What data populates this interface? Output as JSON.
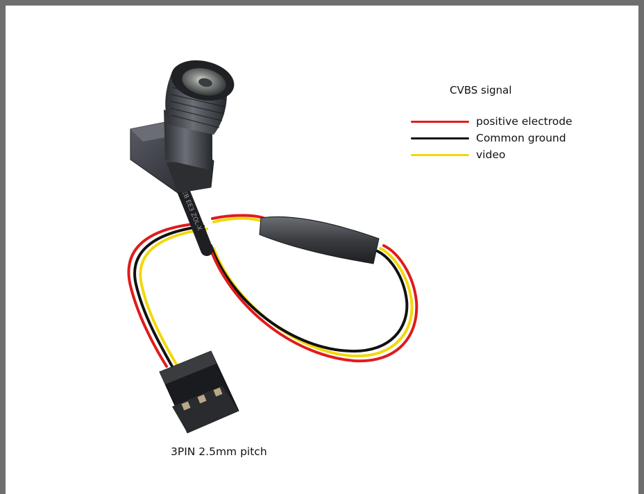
{
  "signal_title": "CVBS signal",
  "legend": [
    {
      "label": "positive electrode",
      "color": "#e01b1b"
    },
    {
      "label": "Common ground",
      "color": "#111111"
    },
    {
      "label": "video",
      "color": "#f2d80a"
    }
  ],
  "cable_marking": "ZEB EE3 ZOL-X",
  "connector_caption": "3PIN 2.5mm pitch",
  "colors": {
    "background": "#ffffff",
    "border": "#6e6e6e",
    "wire_red": "#e01b1b",
    "wire_black": "#111111",
    "wire_yellow": "#f2d80a"
  }
}
